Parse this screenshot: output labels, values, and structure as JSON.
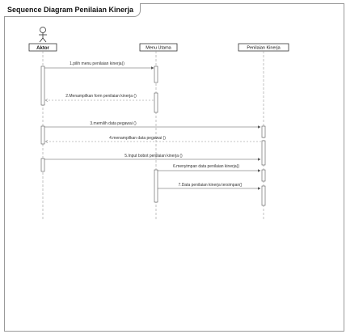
{
  "title": "Sequence Diagram Penilaian Kinerja",
  "lifelines": [
    {
      "id": "aktor",
      "label": "Aktor"
    },
    {
      "id": "menu",
      "label": "Menu Utama"
    },
    {
      "id": "penilaian",
      "label": "Penilaian Kinerja"
    }
  ],
  "messages": [
    {
      "label": "1.pilih menu penilaian kinerja()",
      "from": "aktor",
      "to": "menu",
      "kind": "call"
    },
    {
      "label": "2.Menampilkan form penilaian kinerja ()",
      "from": "menu",
      "to": "aktor",
      "kind": "return"
    },
    {
      "label": "3.memilih data pegawai ()",
      "from": "aktor",
      "to": "penilaian",
      "kind": "call"
    },
    {
      "label": "4.menampilkan data pegawai ()",
      "from": "penilaian",
      "to": "aktor",
      "kind": "return"
    },
    {
      "label": "5.Input bobot penilaian kinerja ()",
      "from": "aktor",
      "to": "penilaian",
      "kind": "call"
    },
    {
      "label": "6.menyimpan data penilaian kinerja()",
      "from": "menu",
      "to": "penilaian",
      "kind": "call"
    },
    {
      "label": "7.Data penilaian kinerja tersimpan()",
      "from": "menu",
      "to": "penilaian",
      "kind": "call"
    }
  ],
  "colors": {
    "line": "#555555",
    "dashed": "#8a8a8a",
    "box_border": "#333333"
  }
}
